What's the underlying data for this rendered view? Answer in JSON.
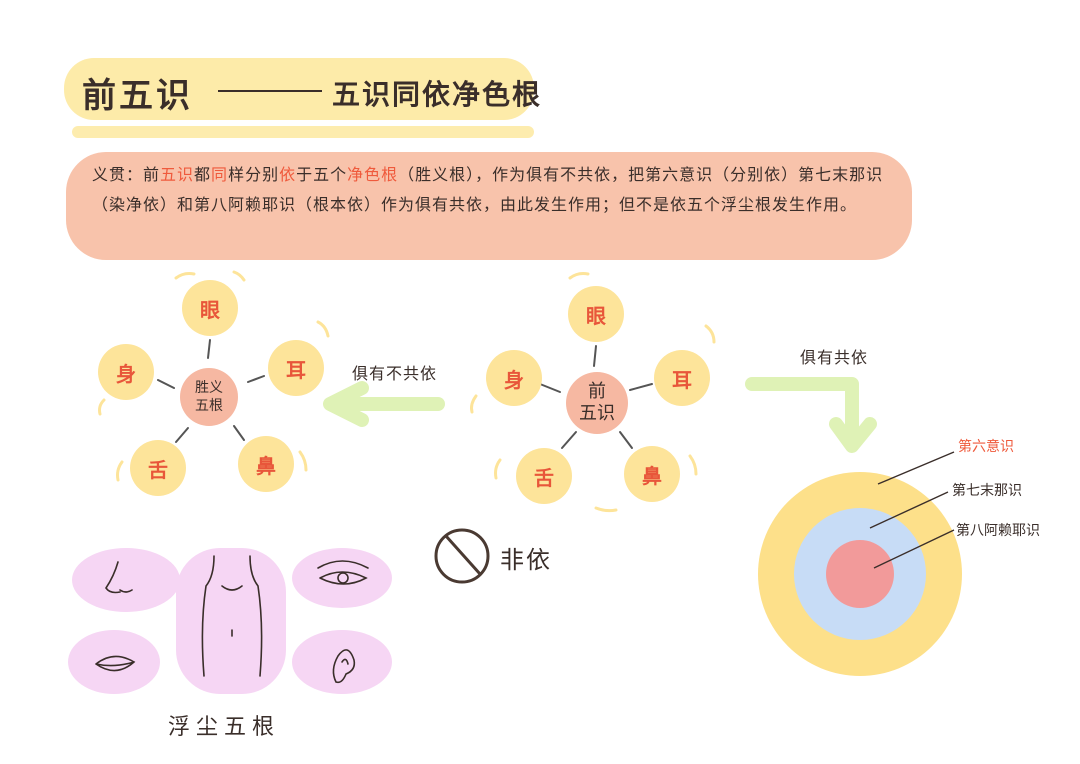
{
  "title": {
    "main": "前五识",
    "sub": "五识同依净色根"
  },
  "intro": {
    "p1": "义贯：前",
    "h1": "五识",
    "p2": "都",
    "h2": "同",
    "p3": "样分别",
    "h3": "依",
    "p4": "于五个",
    "h4": "净色根",
    "p5": "（胜义根），作为俱有不共依，把第六意识（分别依）第七末那识（染净依）和第八阿赖耶识（根本依）作为俱有共依，由此发生作用；但不是依五个浮尘根发生作用。"
  },
  "diagram_left": {
    "center": [
      "胜义",
      "五根"
    ],
    "nodes": [
      "眼",
      "耳",
      "鼻",
      "舌",
      "身"
    ]
  },
  "diagram_mid": {
    "center": [
      "前",
      "五识"
    ],
    "nodes": [
      "眼",
      "耳",
      "鼻",
      "舌",
      "身"
    ]
  },
  "arrow_left_label": "俱有不共依",
  "arrow_right_label": "俱有共依",
  "not_depend_label": "非依",
  "organs_label": "浮尘五根",
  "rings": {
    "outer": "第六意识",
    "middle": "第七末那识",
    "inner": "第八阿赖耶识"
  },
  "colors": {
    "accent_red": "#ef5a3c",
    "node_yellow": "#fde49a",
    "center_salmon": "#f6b8a2",
    "arrow_green": "#dff2b6",
    "ring_outer": "#fde08a",
    "ring_middle": "#c7dcf6",
    "ring_inner": "#f29a9a",
    "organ_pink": "#f6d6f4"
  }
}
